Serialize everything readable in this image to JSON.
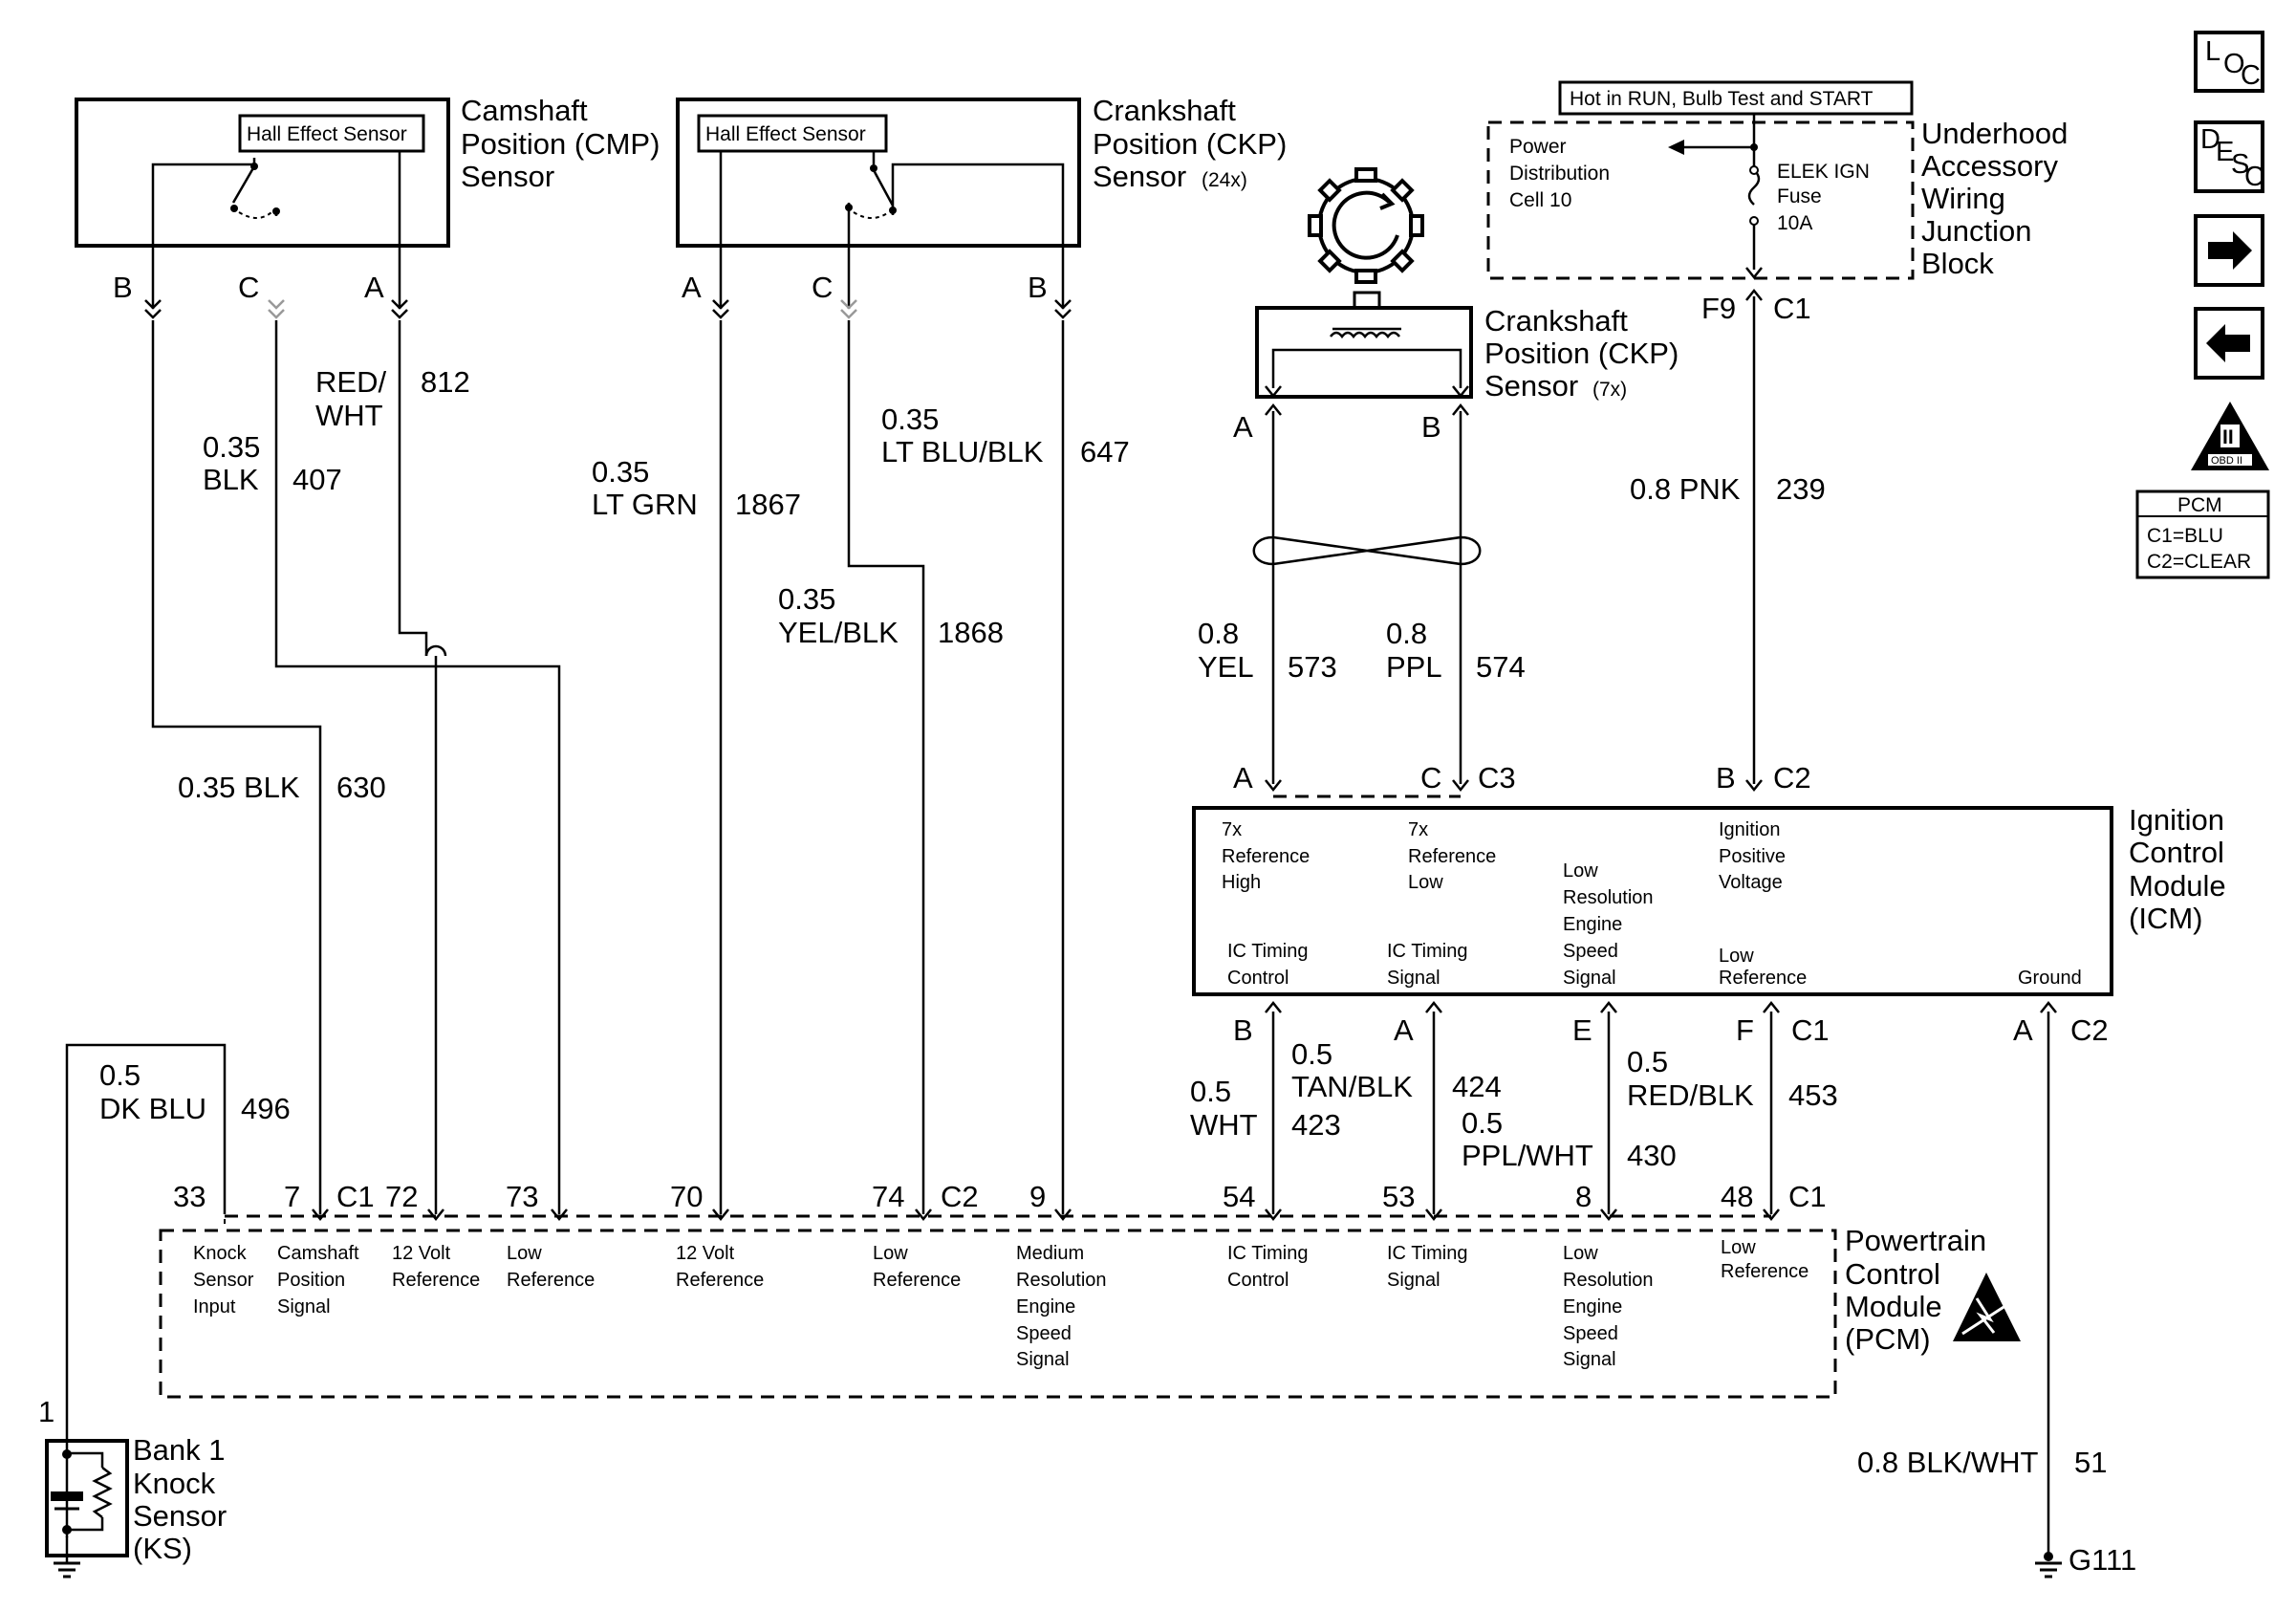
{
  "cmp_sensor": {
    "inner_label": "Hall Effect Sensor",
    "title": [
      "Camshaft",
      "Position (CMP)",
      "Sensor"
    ],
    "pins": [
      "B",
      "C",
      "A"
    ]
  },
  "ckp24_sensor": {
    "inner_label": "Hall Effect Sensor",
    "title": [
      "Crankshaft",
      "Position (CKP)",
      "Sensor"
    ],
    "title_suffix": "(24x)",
    "pins": [
      "A",
      "C",
      "B"
    ]
  },
  "ckp7_sensor": {
    "title": [
      "Crankshaft",
      "Position (CKP)",
      "Sensor"
    ],
    "title_suffix": "(7x)",
    "pins": [
      "A",
      "B"
    ]
  },
  "junction_block": {
    "hot_label": "Hot in RUN, Bulb Test and START",
    "power_label": [
      "Power",
      "Distribution",
      "Cell 10"
    ],
    "fuse_label": [
      "ELEK IGN",
      "Fuse",
      "10A"
    ],
    "title": [
      "Underhood",
      "Accessory",
      "Wiring",
      "Junction",
      "Block"
    ],
    "pin": "F9",
    "connector": "C1"
  },
  "wires": {
    "w407": {
      "size": "0.35",
      "color": "BLK",
      "circuit": "407"
    },
    "w812": {
      "color_a": "RED/",
      "color_b": "WHT",
      "circuit": "812"
    },
    "w630": {
      "label": "0.35 BLK",
      "circuit": "630"
    },
    "w1867": {
      "size": "0.35",
      "color": "LT GRN",
      "circuit": "1867"
    },
    "w647": {
      "size": "0.35",
      "color": "LT BLU/BLK",
      "circuit": "647"
    },
    "w1868": {
      "size": "0.35",
      "color": "YEL/BLK",
      "circuit": "1868"
    },
    "w573": {
      "size": "0.8",
      "color": "YEL",
      "circuit": "573"
    },
    "w574": {
      "size": "0.8",
      "color": "PPL",
      "circuit": "574"
    },
    "w239": {
      "label": "0.8 PNK",
      "circuit": "239"
    },
    "w496": {
      "size": "0.5",
      "color": "DK BLU",
      "circuit": "496"
    },
    "w423": {
      "size": "0.5",
      "color": "WHT",
      "circuit": "423"
    },
    "w424": {
      "size": "0.5",
      "color": "TAN/BLK",
      "circuit": "424"
    },
    "w430": {
      "size": "0.5",
      "color": "PPL/WHT",
      "circuit": "430"
    },
    "w453": {
      "size": "0.5",
      "color": "RED/BLK",
      "circuit": "453"
    },
    "w51": {
      "label": "0.8 BLK/WHT",
      "circuit": "51"
    }
  },
  "icm": {
    "title": [
      "Ignition",
      "Control",
      "Module",
      "(ICM)"
    ],
    "top_pins": {
      "a": "A",
      "c": "C",
      "c3": "C3",
      "b": "B",
      "c2": "C2"
    },
    "labels": {
      "ref_high": [
        "7x",
        "Reference",
        "High"
      ],
      "ref_low": [
        "7x",
        "Reference",
        "Low"
      ],
      "low_res": [
        "Low",
        "Resolution",
        "Engine",
        "Speed",
        "Signal"
      ],
      "ign_pos": [
        "Ignition",
        "Positive",
        "Voltage"
      ],
      "ic_timing_control": [
        "IC Timing",
        "Control"
      ],
      "ic_timing_signal": [
        "IC Timing",
        "Signal"
      ],
      "low_ref": [
        "Low",
        "Reference"
      ],
      "ground": "Ground"
    },
    "bottom_pins": {
      "b": "B",
      "a": "A",
      "e": "E",
      "f": "F",
      "c1": "C1",
      "ga": "A",
      "c2": "C2"
    }
  },
  "pcm": {
    "title": [
      "Powertrain",
      "Control",
      "Module",
      "(PCM)"
    ],
    "pins": {
      "p33": "33",
      "p7": "7",
      "c1a": "C1",
      "p72": "72",
      "p73": "73",
      "p70": "70",
      "p74": "74",
      "c2": "C2",
      "p9": "9",
      "p54": "54",
      "p53": "53",
      "p8": "8",
      "p48": "48",
      "c1b": "C1"
    },
    "labels": {
      "knock": [
        "Knock",
        "Sensor",
        "Input"
      ],
      "cam": [
        "Camshaft",
        "Position",
        "Signal"
      ],
      "v12a": [
        "12 Volt",
        "Reference"
      ],
      "lowref_a": [
        "Low",
        "Reference"
      ],
      "v12b": [
        "12 Volt",
        "Reference"
      ],
      "lowref_b": [
        "Low",
        "Reference"
      ],
      "medres": [
        "Medium",
        "Resolution",
        "Engine",
        "Speed",
        "Signal"
      ],
      "ictc": [
        "IC Timing",
        "Control"
      ],
      "icts": [
        "IC Timing",
        "Signal"
      ],
      "lowres": [
        "Low",
        "Resolution",
        "Engine",
        "Speed",
        "Signal"
      ],
      "lowref_c": [
        "Low",
        "Reference"
      ]
    }
  },
  "knock_sensor": {
    "pin": "1",
    "title": [
      "Bank 1",
      "Knock",
      "Sensor",
      "(KS)"
    ]
  },
  "ground": {
    "label": "G111"
  },
  "side_icons": {
    "loc": [
      "L",
      "O",
      "C"
    ],
    "desc": [
      "D",
      "E",
      "S",
      "C"
    ],
    "obd": [
      "II",
      "OBD II"
    ],
    "pcm_key": [
      "PCM",
      "C1=BLU",
      "C2=CLEAR"
    ]
  }
}
